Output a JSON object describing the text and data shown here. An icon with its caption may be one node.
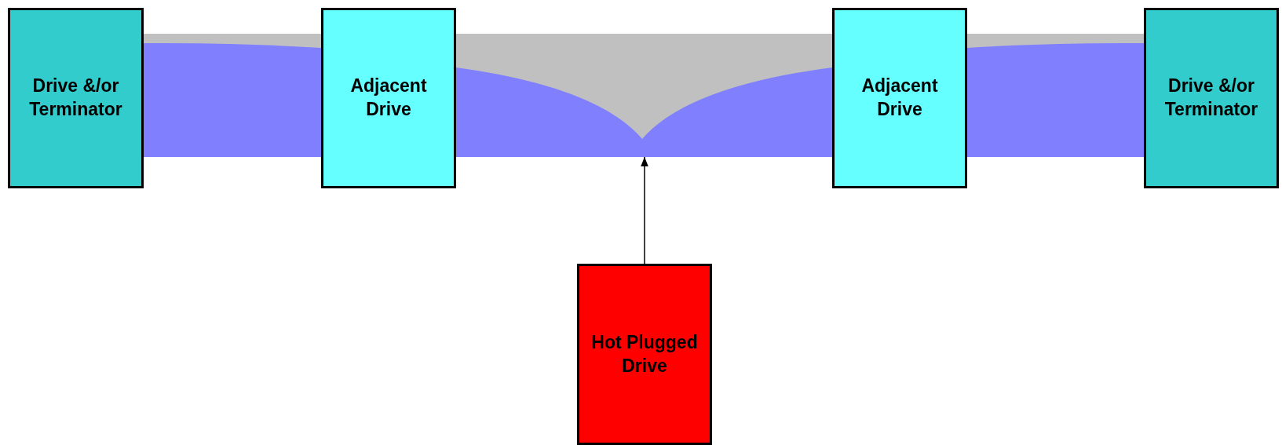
{
  "diagram": {
    "nodes": [
      {
        "text": [
          "Drive &/or Terminator"
        ]
      },
      {
        "text": [
          "Adjacent Drive"
        ]
      },
      {
        "text": [
          "Adjacent Drive"
        ]
      },
      {
        "text": [
          "Drive &/or Terminator"
        ]
      },
      {
        "text": [
          "Hot Plugged Drive"
        ]
      },
      {
        "text": [],
        "shape": "band"
      }
    ],
    "edges": [
      {
        "from": 4,
        "to": 5,
        "arrow": "to"
      }
    ]
  }
}
